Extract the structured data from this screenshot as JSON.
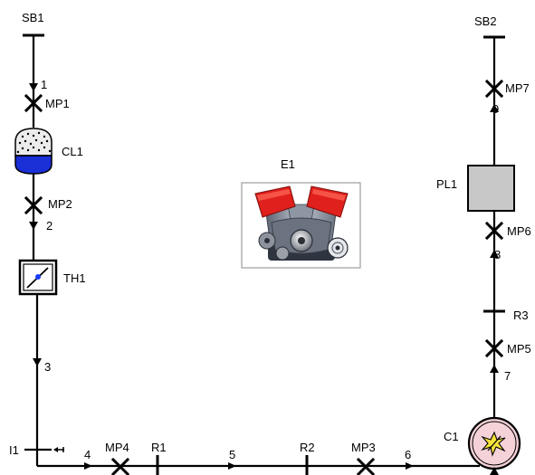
{
  "components": {
    "sb1": {
      "label": "SB1"
    },
    "sb2": {
      "label": "SB2"
    },
    "mp1": {
      "label": "MP1"
    },
    "mp2": {
      "label": "MP2"
    },
    "mp3": {
      "label": "MP3"
    },
    "mp4": {
      "label": "MP4"
    },
    "mp5": {
      "label": "MP5"
    },
    "mp6": {
      "label": "MP6"
    },
    "mp7": {
      "label": "MP7"
    },
    "cl1": {
      "label": "CL1"
    },
    "th1": {
      "label": "TH1"
    },
    "e1": {
      "label": "E1"
    },
    "pl1": {
      "label": "PL1"
    },
    "r1": {
      "label": "R1"
    },
    "r2": {
      "label": "R2"
    },
    "r3": {
      "label": "R3"
    },
    "i1": {
      "label": "I1"
    },
    "c1": {
      "label": "C1"
    }
  },
  "pipes": {
    "p1": "1",
    "p2": "2",
    "p3": "3",
    "p4": "4",
    "p5": "5",
    "p6": "6",
    "p7": "7",
    "p8": "8",
    "p9": "9"
  },
  "colors": {
    "cooler_fill": "#1a2fd6",
    "throttle_dot": "#1a3cff",
    "compressor_fill": "#f5d2d8",
    "plenum_fill": "#c8c8c8"
  }
}
